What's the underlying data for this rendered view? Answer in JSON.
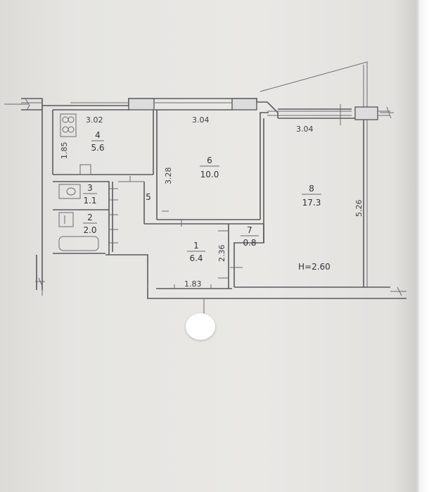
{
  "dimensions": {
    "kitchen_width": "3.02",
    "room6_width": "3.04",
    "room8_width": "3.04",
    "kitchen_depth": "1.85",
    "room6_depth": "3.28",
    "room8_depth": "5.26",
    "hall_depth": "2.36",
    "entrance_width": "1.83",
    "ceiling_height": "H=2.60"
  },
  "rooms": [
    {
      "number": "4",
      "area": "5.6"
    },
    {
      "number": "6",
      "area": "10.0"
    },
    {
      "number": "8",
      "area": "17.3"
    },
    {
      "number": "3",
      "area": "1.1"
    },
    {
      "number": "2",
      "area": "2.0"
    },
    {
      "number": "5",
      "area": ""
    },
    {
      "number": "1",
      "area": "6.4"
    },
    {
      "number": "7",
      "area": "0.8"
    }
  ]
}
